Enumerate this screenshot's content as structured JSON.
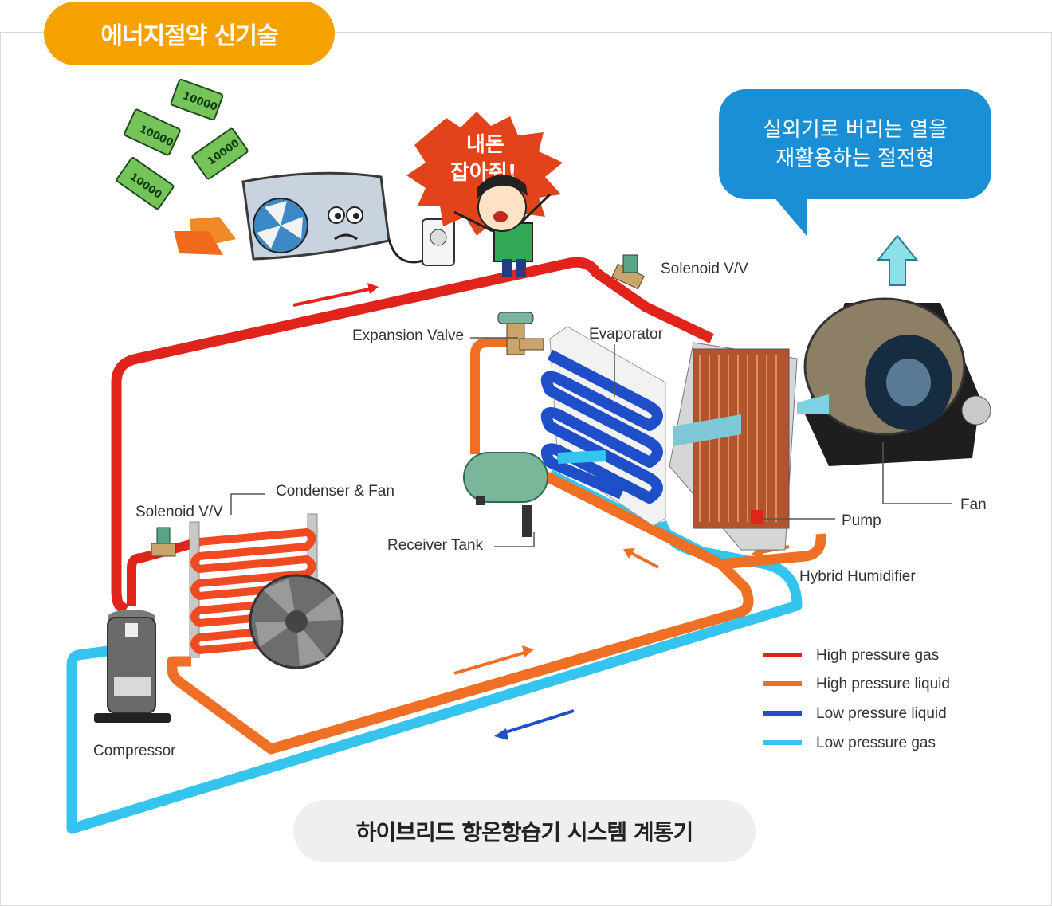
{
  "header": {
    "title": "에너지절약 신기술"
  },
  "callout": {
    "line1": "실외기로 버리는 열을",
    "line2": "재활용하는 절전형"
  },
  "caption": {
    "text": "하이브리드 항온항습기 시스템 계통기"
  },
  "cartoon": {
    "shout_line1": "내돈",
    "shout_line2": "잡아줘!",
    "bill_value": "10000"
  },
  "labels": {
    "solenoid_top": "Solenoid V/V",
    "solenoid_left": "Solenoid V/V",
    "expansion_valve": "Expansion Valve",
    "evaporator": "Evaporator",
    "condenser_fan": "Condenser & Fan",
    "receiver_tank": "Receiver Tank",
    "compressor": "Compressor",
    "fan": "Fan",
    "pump": "Pump",
    "hybrid_humidifier": "Hybrid Humidifier"
  },
  "legend": [
    {
      "label": "High pressure gas",
      "color": "#e0241b"
    },
    {
      "label": "High pressure liquid",
      "color": "#ef6f24"
    },
    {
      "label": "Low pressure liquid",
      "color": "#1f4fc8"
    },
    {
      "label": "Low pressure gas",
      "color": "#35c4ee"
    }
  ],
  "colors": {
    "header_pill": "#f5a100",
    "callout": "#1a8fd6",
    "caption_pill": "#efefef"
  }
}
